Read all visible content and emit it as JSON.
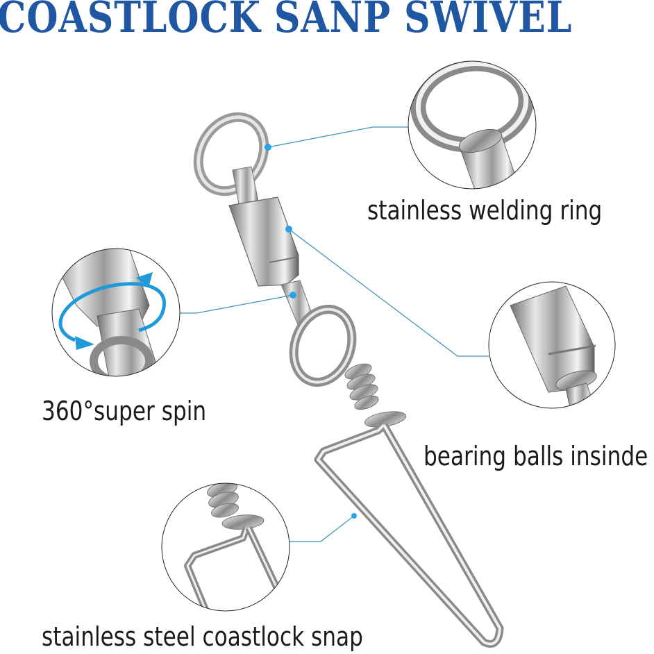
{
  "title": "COASTLOCK SANP SWIVEL",
  "colors": {
    "title": "#1f57a3",
    "leader_line": "#3a8fb3",
    "dot": "#2aa3e8",
    "circle_outline": "#222222",
    "label_text": "#1a1a1a",
    "spin_arrow": "#1e9ad8"
  },
  "callouts": [
    {
      "id": "welding-ring",
      "label": "stainless welding ring"
    },
    {
      "id": "super-spin",
      "label": "360°super spin"
    },
    {
      "id": "bearing-balls",
      "label": "bearing balls insinde"
    },
    {
      "id": "coastlock-snap",
      "label": "stainless steel coastlock snap"
    }
  ]
}
